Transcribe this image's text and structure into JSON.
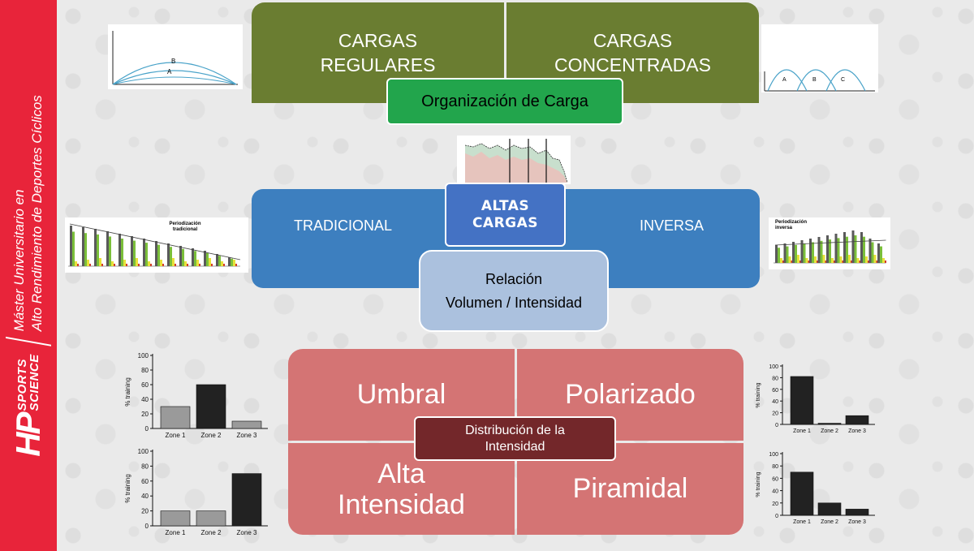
{
  "sidebar": {
    "logo_hp": "HP",
    "logo_line1": "SPORTS",
    "logo_line2": "SCIENCE",
    "program_line1": "Máster Universitario en",
    "program_line2": "Alto Rendimiento de Deportes Cíclicos"
  },
  "loads": {
    "regular_line1": "CARGAS",
    "regular_line2": "REGULARES",
    "concentrated_line1": "CARGAS",
    "concentrated_line2": "CONCENTRADAS",
    "organization": "Organización de Carga",
    "regular_curve_labels": [
      "B",
      "A"
    ],
    "concentrated_curve_labels": [
      "A",
      "B",
      "C"
    ]
  },
  "periodization": {
    "traditional": "TRADICIONAL",
    "inverse": "INVERSA",
    "high_loads_line1": "ALTAS",
    "high_loads_line2": "CARGAS",
    "relation_line1": "Relación",
    "relation_line2": "Volumen / Intensidad",
    "traditional_chart_title_1": "Periodización",
    "traditional_chart_title_2": "tradicional",
    "inverse_chart_title_1": "Periodización",
    "inverse_chart_title_2": "inversa"
  },
  "intensity": {
    "threshold": "Umbral",
    "polarized": "Polarizado",
    "high_line1": "Alta",
    "high_line2": "Intensidad",
    "pyramidal": "Piramidal",
    "distribution_line1": "Distribución de la",
    "distribution_line2": "Intensidad"
  },
  "colors": {
    "olive": "#6a7d31",
    "green": "#22a54c",
    "blue": "#3d7fbf",
    "altas": "#4472c4",
    "relation": "#abc1de",
    "rose": "#d47474",
    "maroon": "#73272a",
    "sidebar": "#e8243a",
    "bar_gray": "#9a9a9a",
    "bar_dark": "#222222"
  },
  "chart_data": [
    {
      "id": "threshold",
      "type": "bar",
      "categories": [
        "Zone 1",
        "Zone 2",
        "Zone 3"
      ],
      "values": [
        30,
        60,
        10
      ],
      "bar_colors": [
        "#9a9a9a",
        "#222222",
        "#9a9a9a"
      ],
      "ylabel": "% training",
      "ylim": [
        0,
        100
      ],
      "yticks": [
        0,
        20,
        40,
        60,
        80,
        100
      ]
    },
    {
      "id": "high-intensity",
      "type": "bar",
      "categories": [
        "Zone 1",
        "Zone 2",
        "Zone 3"
      ],
      "values": [
        20,
        20,
        70
      ],
      "bar_colors": [
        "#9a9a9a",
        "#9a9a9a",
        "#222222"
      ],
      "ylabel": "% training",
      "ylim": [
        0,
        100
      ],
      "yticks": [
        0,
        20,
        40,
        60,
        80,
        100
      ]
    },
    {
      "id": "polarized",
      "type": "bar",
      "categories": [
        "Zone 1",
        "Zone 2",
        "Zone 3"
      ],
      "values": [
        82,
        2,
        15
      ],
      "bar_colors": [
        "#222222",
        "#222222",
        "#222222"
      ],
      "ylabel": "% training",
      "ylim": [
        0,
        100
      ],
      "yticks": [
        0,
        20,
        40,
        60,
        80,
        100
      ]
    },
    {
      "id": "pyramidal",
      "type": "bar",
      "categories": [
        "Zone 1",
        "Zone 2",
        "Zone 3"
      ],
      "values": [
        70,
        20,
        10
      ],
      "bar_colors": [
        "#222222",
        "#222222",
        "#222222"
      ],
      "ylabel": "% training",
      "ylim": [
        0,
        100
      ],
      "yticks": [
        0,
        20,
        40,
        60,
        80,
        100
      ]
    }
  ]
}
